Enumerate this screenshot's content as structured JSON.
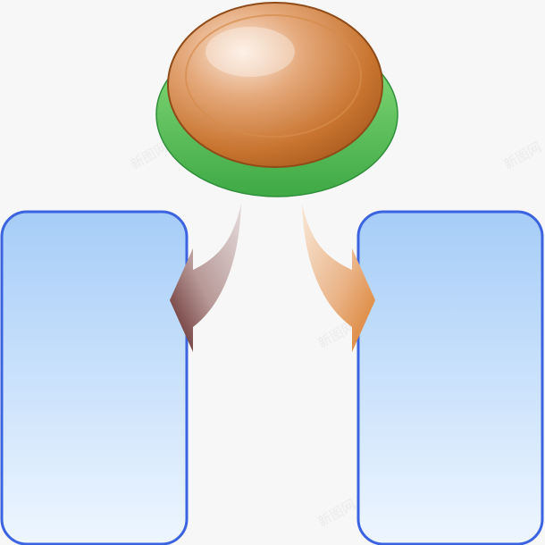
{
  "diagram": {
    "nodes": [
      {
        "id": "top-button",
        "shape": "ellipse-button",
        "color": "#c8752f",
        "rim_color": "#4caf50"
      },
      {
        "id": "left-box",
        "shape": "rounded-rect",
        "fill_top": "#a9cff8",
        "fill_bottom": "#eef6ff",
        "border": "#3c64e0"
      },
      {
        "id": "right-box",
        "shape": "rounded-rect",
        "fill_top": "#a9cff8",
        "fill_bottom": "#eef6ff",
        "border": "#3c64e0"
      }
    ],
    "edges": [
      {
        "from": "top-button",
        "to": "left-box",
        "style": "curved-arrow",
        "color_start": "#d8d0ce",
        "color_end": "#5a1f1f"
      },
      {
        "from": "top-button",
        "to": "right-box",
        "style": "curved-arrow",
        "color_start": "#f4ddc6",
        "color_end": "#d97a26"
      }
    ],
    "watermark_text": "新图网"
  }
}
